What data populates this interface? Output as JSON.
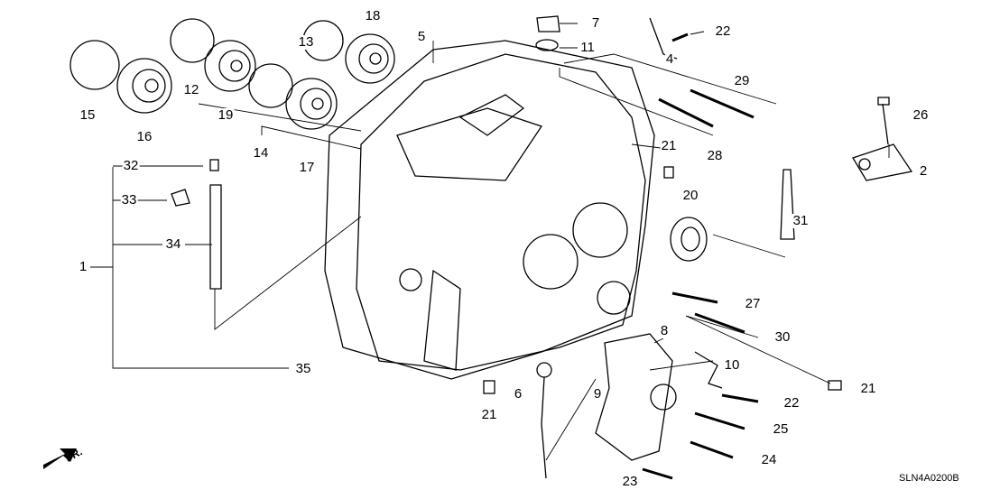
{
  "diagram_code": "SLN4A0200B",
  "direction_label": "FR.",
  "callouts": [
    "15",
    "16",
    "12",
    "19",
    "14",
    "17",
    "13",
    "18",
    "5",
    "7",
    "11",
    "22",
    "4",
    "29",
    "26",
    "28",
    "2",
    "21",
    "20",
    "31",
    "32",
    "33",
    "34",
    "1",
    "27",
    "30",
    "8",
    "10",
    "21",
    "22",
    "9",
    "6",
    "21",
    "35",
    "25",
    "24",
    "23"
  ],
  "colors": {
    "line": "#000000",
    "background": "#ffffff"
  }
}
